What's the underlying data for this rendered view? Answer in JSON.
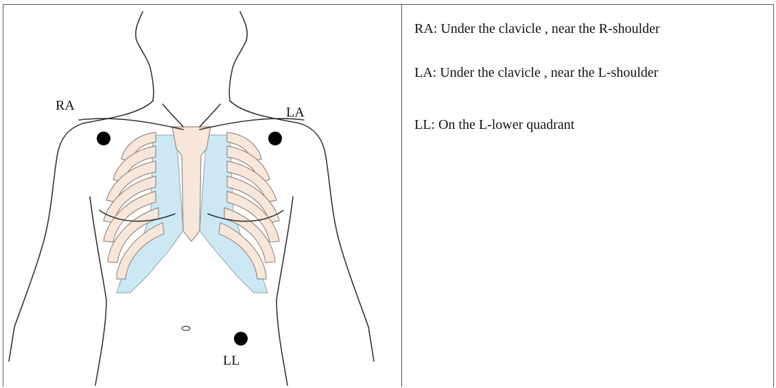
{
  "labels": {
    "ra": "RA",
    "la": "LA",
    "ll": "LL"
  },
  "descriptions": [
    {
      "text": "RA: Under the clavicle , near the R-shoulder"
    },
    {
      "text": "LA: Under the clavicle , near the L-shoulder"
    },
    {
      "text": "LL: On the L-lower quadrant"
    }
  ],
  "colors": {
    "border": "#555555",
    "outline": "#333333",
    "bone": "#f7e6da",
    "cartilage": "#cbe8f3",
    "electrode": "#000000"
  }
}
